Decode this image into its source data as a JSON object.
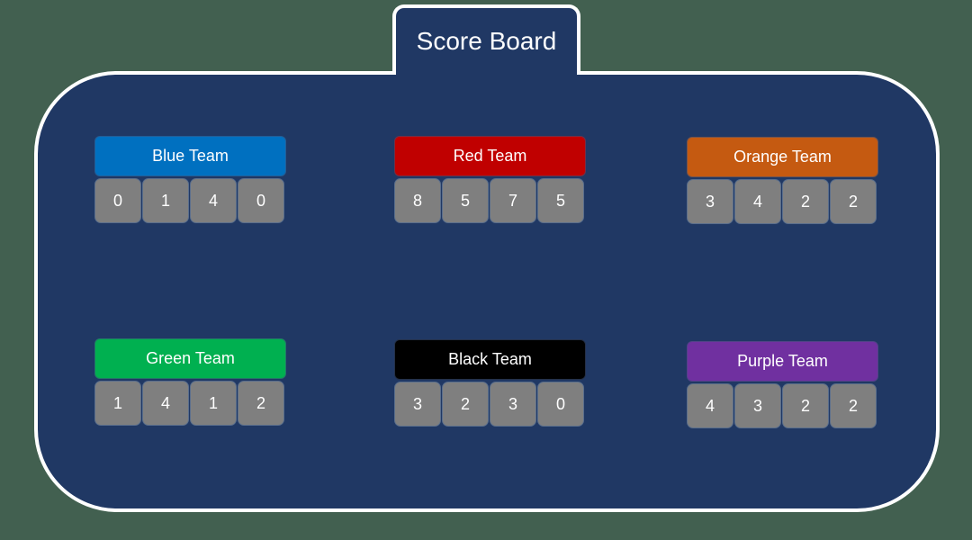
{
  "title": "Score Board",
  "colors": {
    "background": "#426050",
    "board": "#203864",
    "border": "#ffffff",
    "digit_tile": "#7f7f7f"
  },
  "teams": [
    {
      "name": "Blue Team",
      "color": "#0070c0",
      "score": [
        "0",
        "1",
        "4",
        "0"
      ]
    },
    {
      "name": "Red Team",
      "color": "#c00000",
      "score": [
        "8",
        "5",
        "7",
        "5"
      ]
    },
    {
      "name": "Orange Team",
      "color": "#c55a11",
      "score": [
        "3",
        "4",
        "2",
        "2"
      ]
    },
    {
      "name": "Green Team",
      "color": "#00b050",
      "score": [
        "1",
        "4",
        "1",
        "2"
      ]
    },
    {
      "name": "Black Team",
      "color": "#000000",
      "score": [
        "3",
        "2",
        "3",
        "0"
      ]
    },
    {
      "name": "Purple Team",
      "color": "#7030a0",
      "score": [
        "4",
        "3",
        "2",
        "2"
      ]
    }
  ]
}
